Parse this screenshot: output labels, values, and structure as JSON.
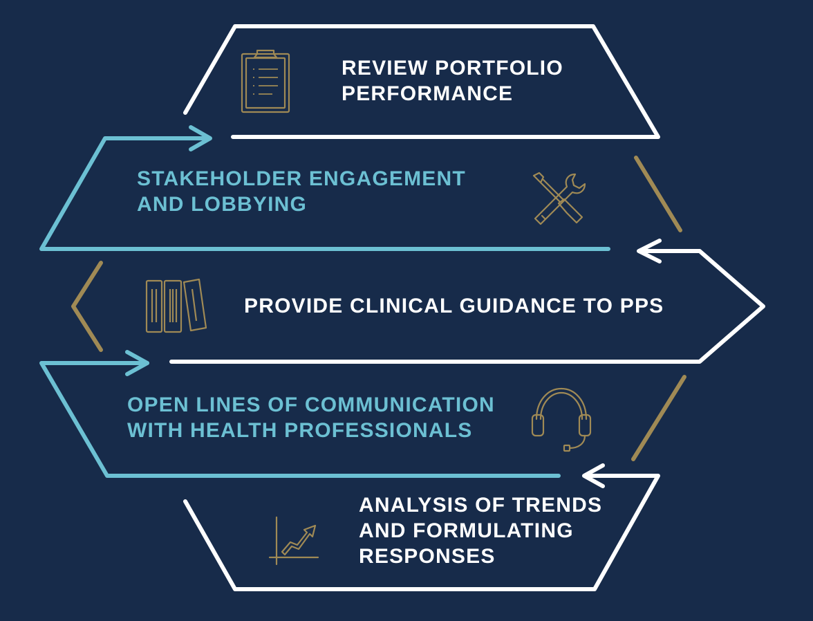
{
  "steps": [
    {
      "lines": [
        "REVIEW PORTFOLIO",
        "PERFORMANCE"
      ],
      "icon": "clipboard-icon",
      "color": "#ffffff"
    },
    {
      "lines": [
        "STAKEHOLDER ENGAGEMENT",
        "AND LOBBYING"
      ],
      "icon": "tools-icon",
      "color": "#6cc0d3"
    },
    {
      "lines": [
        "PROVIDE CLINICAL GUIDANCE TO PPS"
      ],
      "icon": "binders-icon",
      "color": "#ffffff"
    },
    {
      "lines": [
        "OPEN LINES OF COMMUNICATION",
        "WITH HEALTH PROFESSIONALS"
      ],
      "icon": "headset-icon",
      "color": "#6cc0d3"
    },
    {
      "lines": [
        "ANALYSIS OF TRENDS",
        "AND FORMULATING",
        "RESPONSES"
      ],
      "icon": "trend-chart-icon",
      "color": "#ffffff"
    }
  ],
  "colors": {
    "background": "#172b4a",
    "white_path": "#ffffff",
    "teal_path": "#6cc0d3",
    "gold_accent": "#a08a55"
  }
}
